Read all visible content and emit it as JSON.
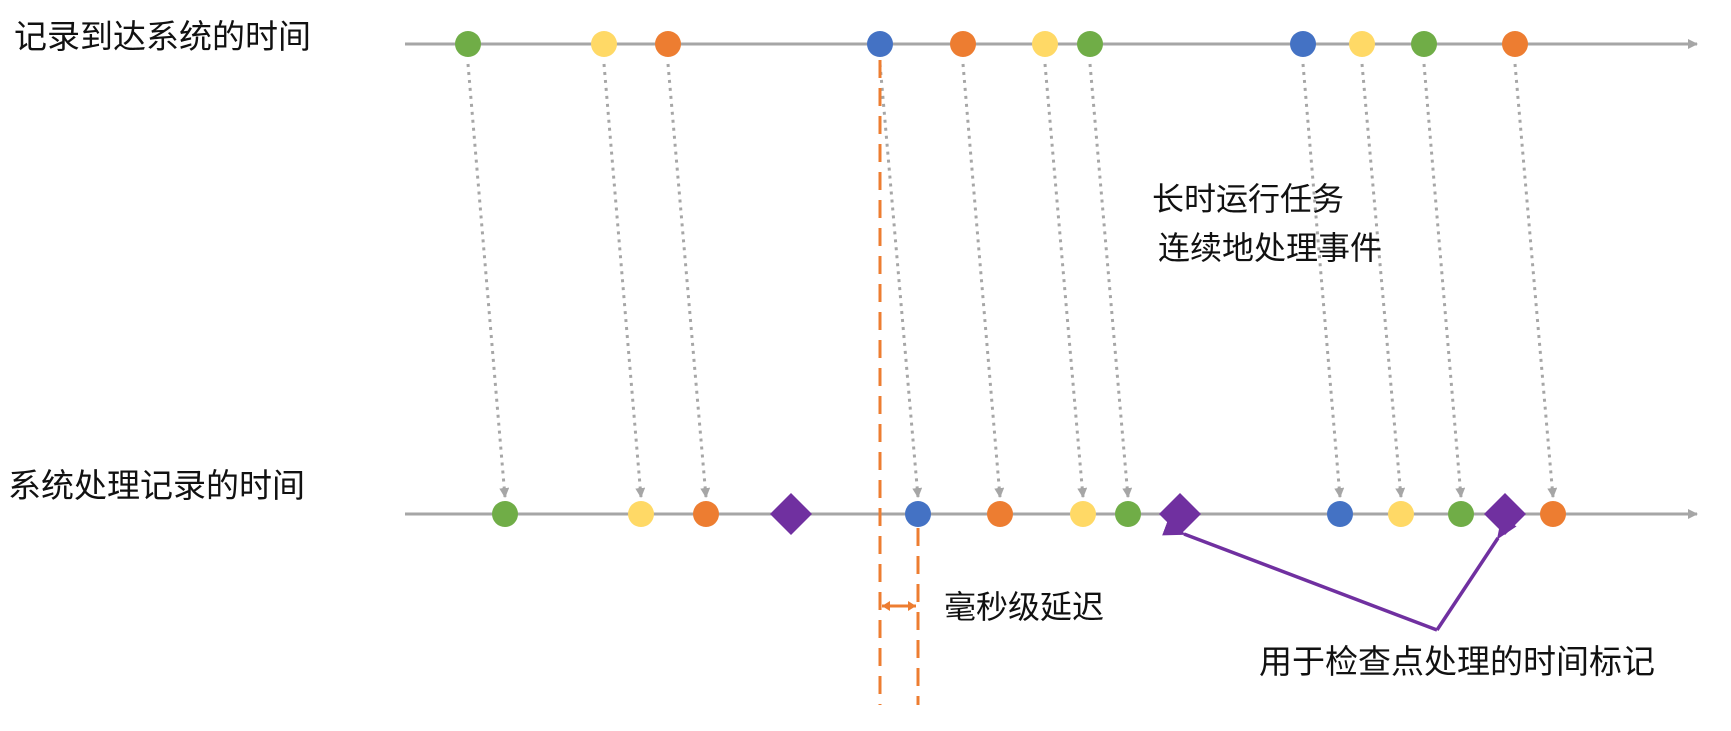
{
  "labels": {
    "arrival_axis": "记录到达系统的时间",
    "processing_axis": "系统处理记录的时间",
    "long_running_line1": "长时运行任务",
    "long_running_line2": "连续地处理事件",
    "latency": "毫秒级延迟",
    "checkpoint_marker": "用于检查点处理的时间标记"
  },
  "colors": {
    "axis": "#a6a6a6",
    "connector": "#a6a6a6",
    "green": "#70ad47",
    "yellow": "#ffd966",
    "orange": "#ed7d31",
    "blue": "#4472c4",
    "checkpoint": "#7030a0",
    "latency": "#ed7d31"
  },
  "events": [
    {
      "color": "green"
    },
    {
      "color": "yellow"
    },
    {
      "color": "orange"
    },
    {
      "color": "blue"
    },
    {
      "color": "orange"
    },
    {
      "color": "yellow"
    },
    {
      "color": "green"
    },
    {
      "color": "blue"
    },
    {
      "color": "yellow"
    },
    {
      "color": "green"
    },
    {
      "color": "orange"
    }
  ],
  "checkpoints": 3
}
